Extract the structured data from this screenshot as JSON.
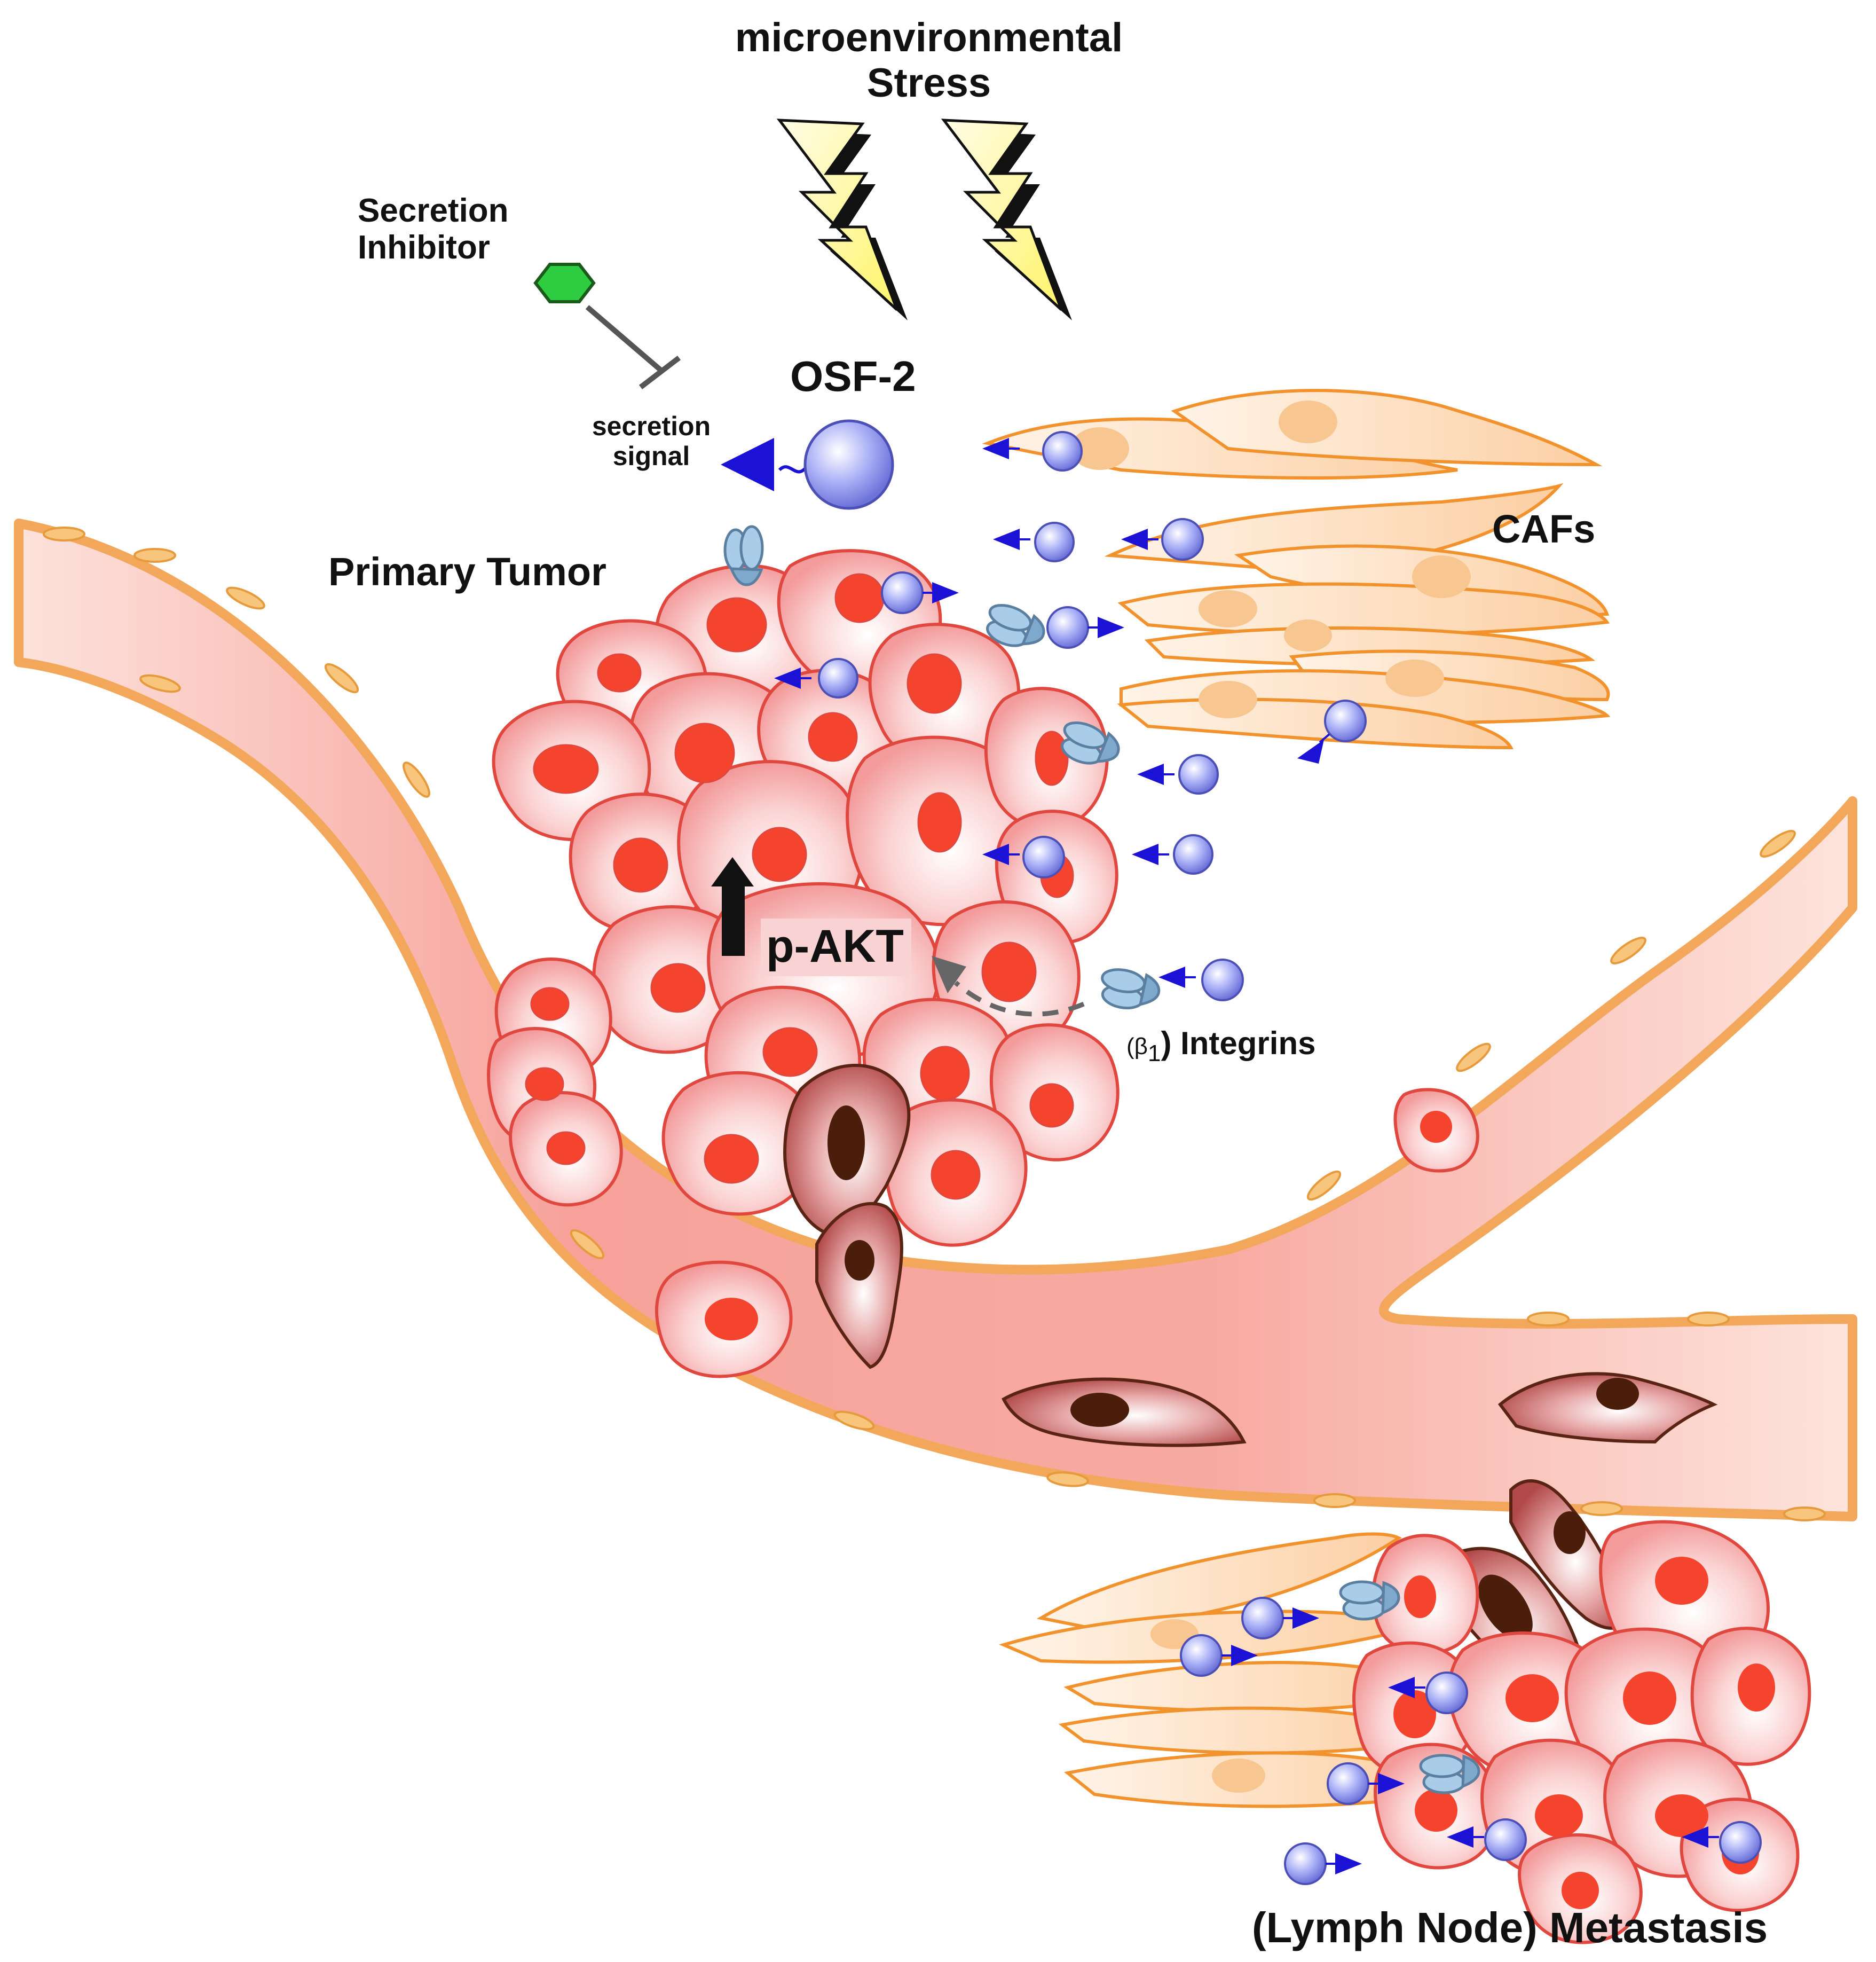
{
  "labels": {
    "stress": "microenvironmental\nStress",
    "secretion_inhibitor": "Secretion\nInhibitor",
    "secretion_signal": "secretion\nsignal",
    "osf2": "OSF-2",
    "cafs": "CAFs",
    "primary_tumor": "Primary Tumor",
    "p_akt": "p-AKT",
    "integrins_prefix": "(β",
    "integrins_sub": "1",
    "integrins_suffix": ") Integrins",
    "metastasis": "(Lymph Node) Metastasis"
  },
  "colors": {
    "vessel_fill": "#f7b3aa",
    "vessel_wall": "#f6b565",
    "tumor_cell_fill": "#f9c6c6",
    "tumor_cell_outline": "#e0473e",
    "tumor_nucleus": "#f4442e",
    "invading_cell_fill": "#d98888",
    "invading_cell_outline": "#5a2415",
    "invading_nucleus": "#4a1e0a",
    "caf_fill": "#fde0c2",
    "caf_outline": "#f2922c",
    "caf_nucleus": "#f8c690",
    "osf2_sphere": "#aab0f6",
    "osf2_arrow": "#1c12d6",
    "integrin": "#a9cde8",
    "inhibitor": "#2ecc40",
    "lightning": "#fffb8a"
  },
  "icons": {
    "stress": "lightning-bolt-icon",
    "inhibitor": "hexagon-icon",
    "up_arrow": "up-arrow-icon"
  }
}
